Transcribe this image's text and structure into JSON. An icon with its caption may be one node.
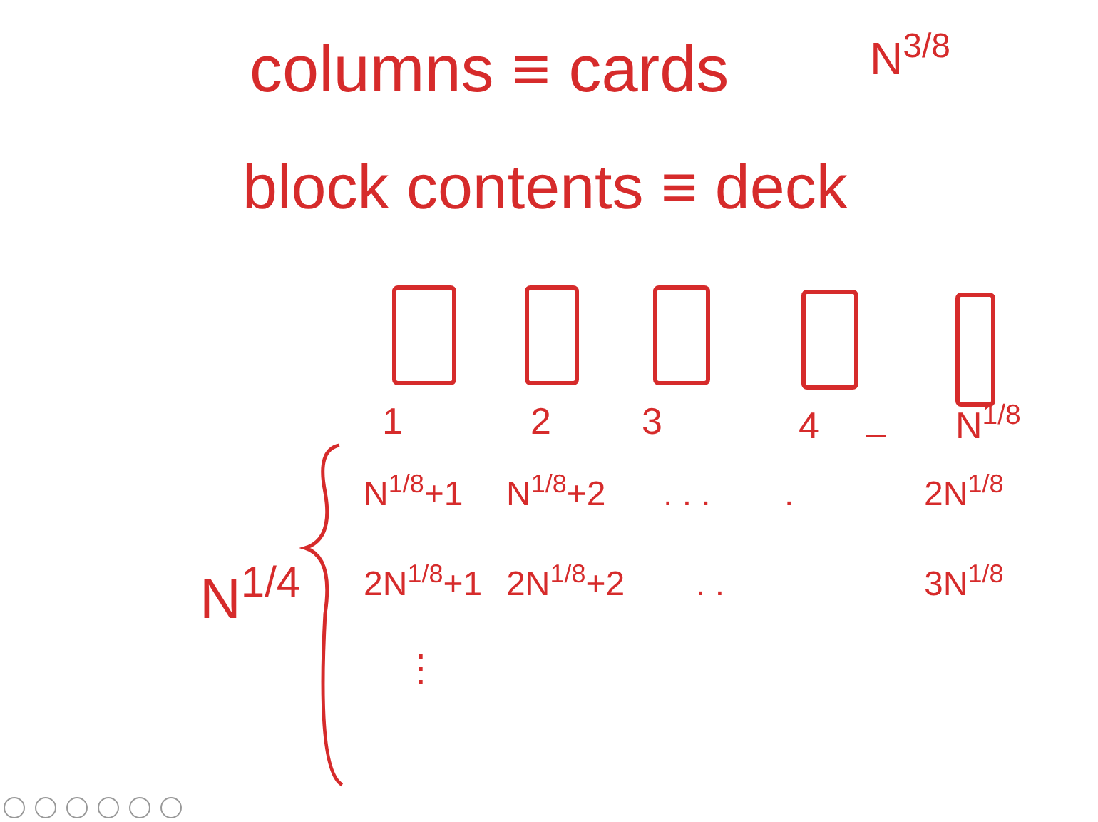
{
  "diagram": {
    "nodes": [
      {
        "text": [],
        "shape": "box"
      },
      {
        "text": [],
        "shape": "box"
      },
      {
        "text": [],
        "shape": "box"
      },
      {
        "text": [],
        "shape": "box"
      },
      {
        "text": [],
        "shape": "box"
      }
    ],
    "labels": [
      "columns ≡ cards",
      "N$^{3/8}$",
      "block contents ≡ deck",
      "1",
      "2",
      "3",
      "4",
      "–",
      "N$^{1/8}$",
      "N$^{1/8}$+1",
      "N$^{1/8}$+2",
      ". . .",
      ".",
      "2N$^{1/8}$",
      "N$^{1/4}$",
      "2N$^{1/8}$+1",
      "2N$^{1/8}$+2",
      ". .",
      "3N$^{1/8}$",
      "⋮"
    ]
  }
}
